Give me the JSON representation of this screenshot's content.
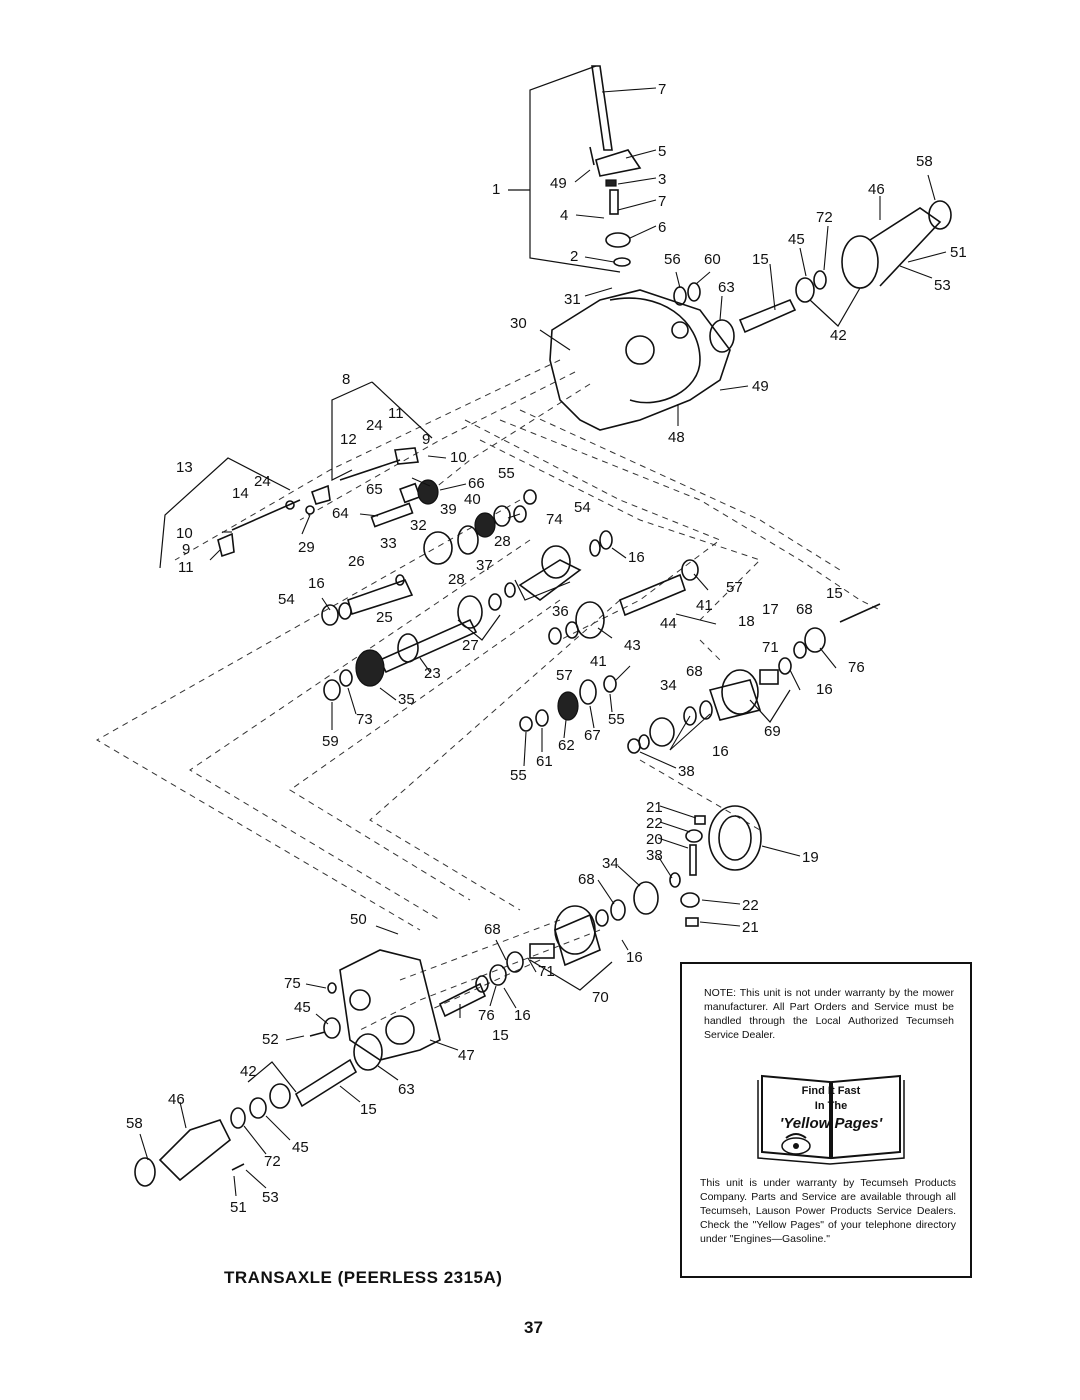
{
  "title": "TRANSAXLE (PEERLESS 2315A)",
  "page_number": "37",
  "note": {
    "top_text": "NOTE: This unit is not under warranty by the mower manufacturer. All Part Orders and Service must be handled through the Local Authorized Tecumseh Service Dealer.",
    "book_line1": "Find It Fast",
    "book_line2": "In The",
    "book_line3": "'Yellow Pages'",
    "bottom_text": "This unit is under warranty by Tecumseh Products Company. Parts and Service are available through all Tecumseh, Lauson Power Products Service Dealers. Check the \"Yellow Pages\" of your telephone directory under \"Engines—Gasoline.\""
  },
  "callouts": {
    "c7a": "7",
    "c5": "5",
    "c49a": "49",
    "c3": "3",
    "c7b": "7",
    "c4": "4",
    "c6": "6",
    "c1": "1",
    "c2": "2",
    "c31": "31",
    "c56": "56",
    "c60": "60",
    "c15a": "15",
    "c63a": "63",
    "c58a": "58",
    "c46a": "46",
    "c72a": "72",
    "c45a": "45",
    "c51a": "51",
    "c53a": "53",
    "c42a": "42",
    "c30": "30",
    "c49b": "49",
    "c48": "48",
    "c8": "8",
    "c11a": "11",
    "c24a": "24",
    "c12": "12",
    "c9a": "9",
    "c10a": "10",
    "c13": "13",
    "c24b": "24",
    "c14": "14",
    "c29": "29",
    "c10b": "10",
    "c9b": "9",
    "c11b": "11",
    "c55a": "55",
    "c65": "65",
    "c66": "66",
    "c40": "40",
    "c39": "39",
    "c74": "74",
    "c64": "64",
    "c54a": "54",
    "c33": "33",
    "c32": "32",
    "c28a": "28",
    "c16a": "16",
    "c26": "26",
    "c37": "37",
    "c28b": "28",
    "c16b": "16",
    "c54b": "54",
    "c25": "25",
    "c57a": "57",
    "c41a": "41",
    "c36": "36",
    "c27": "27",
    "c44": "44",
    "c43": "43",
    "c15b": "15",
    "c17": "17",
    "c68a": "68",
    "c18": "18",
    "c71a": "71",
    "c76a": "76",
    "c23": "23",
    "c57b": "57",
    "c41b": "41",
    "c68b": "68",
    "c34a": "34",
    "c16c": "16",
    "c69": "69",
    "c35": "35",
    "c73": "73",
    "c59": "59",
    "c55b": "55",
    "c67": "67",
    "c62": "62",
    "c61": "61",
    "c55c": "55",
    "c16d": "16",
    "c38a": "38",
    "c21a": "21",
    "c22a": "22",
    "c20": "20",
    "c38b": "38",
    "c19": "19",
    "c34b": "34",
    "c68c": "68",
    "c22b": "22",
    "c21b": "21",
    "c50": "50",
    "c68d": "68",
    "c16e": "16",
    "c71b": "71",
    "c75": "75",
    "c45b": "45",
    "c76b": "76",
    "c16f": "16",
    "c70": "70",
    "c15c": "15",
    "c52": "52",
    "c47": "47",
    "c42b": "42",
    "c63b": "63",
    "c46b": "46",
    "c15d": "15",
    "c58b": "58",
    "c45c": "45",
    "c72b": "72",
    "c53b": "53",
    "c51b": "51"
  }
}
